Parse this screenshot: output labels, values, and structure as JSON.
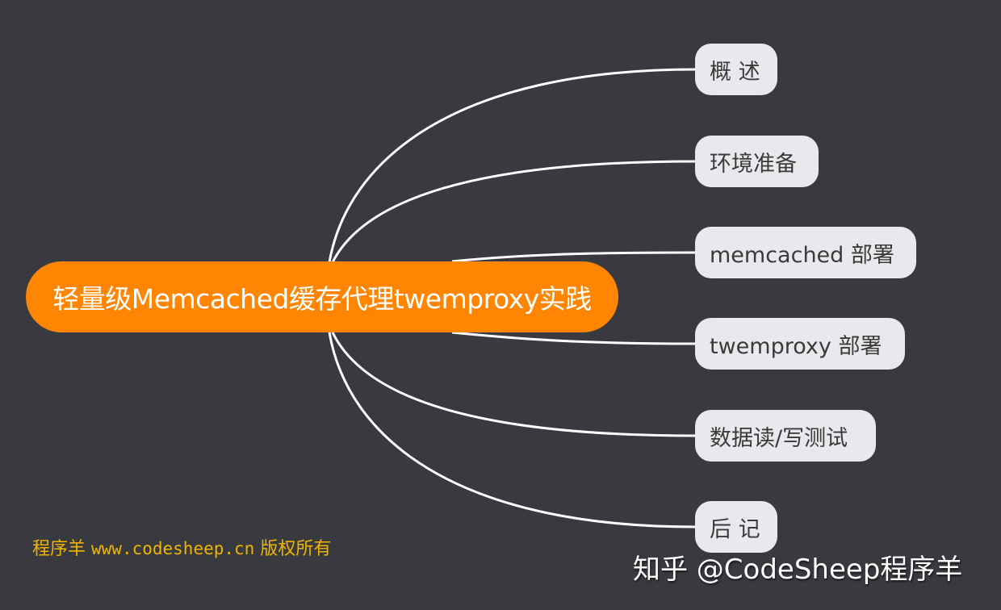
{
  "mindmap": {
    "root": {
      "label": "轻量级Memcached缓存代理twemproxy实践",
      "color": "#ff8503"
    },
    "branches": [
      {
        "label": "概 述"
      },
      {
        "label": "环境准备"
      },
      {
        "label": "memcached 部署"
      },
      {
        "label": "twemproxy 部署"
      },
      {
        "label": "数据读/写测试"
      },
      {
        "label": "后 记"
      }
    ],
    "line_color": "#ffffff",
    "background": "#383a3f"
  },
  "footer": {
    "brand": "程序羊",
    "url": "www.codesheep.cn",
    "rights": "版权所有"
  },
  "watermark": {
    "text": "知乎 @CodeSheep程序羊"
  }
}
